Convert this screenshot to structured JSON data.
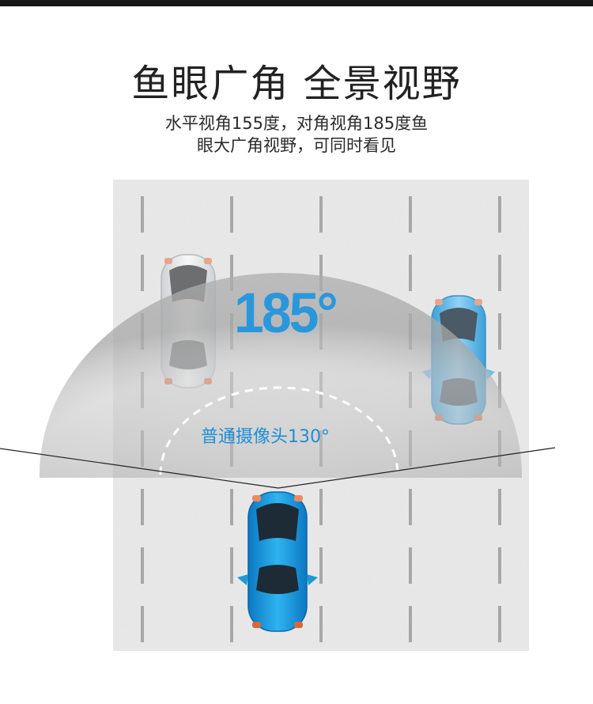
{
  "header": {
    "title": "鱼眼广角 全景视野",
    "subtitle_line1": "水平视角155度，对角视角185度鱼",
    "subtitle_line2": "眼大广角视野，可同时看见"
  },
  "diagram": {
    "fisheye_angle": "185°",
    "normal_camera_label": "普通摄像头130°"
  },
  "colors": {
    "accent_blue": "#2a97dc",
    "car_blue": "#1fa0e6",
    "road_gray": "#ececec",
    "lane_line": "#a9a9a9"
  }
}
